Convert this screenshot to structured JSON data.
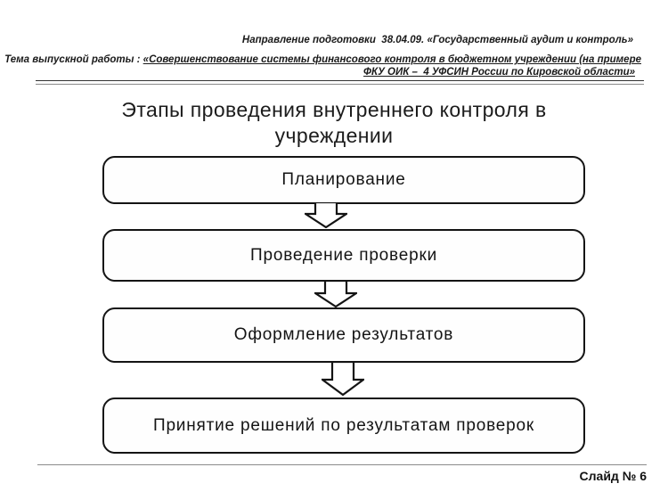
{
  "slide": {
    "header": {
      "program_line": "Направление подготовки  38.04.09. «Государственный аудит и контроль»",
      "topic_prefix": "Тема выпускной работы : ",
      "topic_underlined_part1": "«Совершенствование системы финансового контроля в бюджетном учреждении (на примере",
      "topic_underlined_part2": "ФКУ ОИК –  4 УФСИН России по Кировской области»"
    },
    "title": "Этапы проведения внутреннего контроля в учреждении",
    "flowchart": {
      "connector_icon": "hollow-block-down-arrow",
      "steps": [
        {
          "label": "Планирование"
        },
        {
          "label": "Проведение проверки"
        },
        {
          "label": "Оформление результатов"
        },
        {
          "label": "Принятие решений по результатам проверок"
        }
      ]
    },
    "footer": {
      "slide_number_label": "Слайд № 6"
    },
    "colors": {
      "background": "#ffffff",
      "box_border": "#141414",
      "text": "#111111",
      "rule_dark": "#333333",
      "rule_light": "#8a8a8a"
    }
  }
}
